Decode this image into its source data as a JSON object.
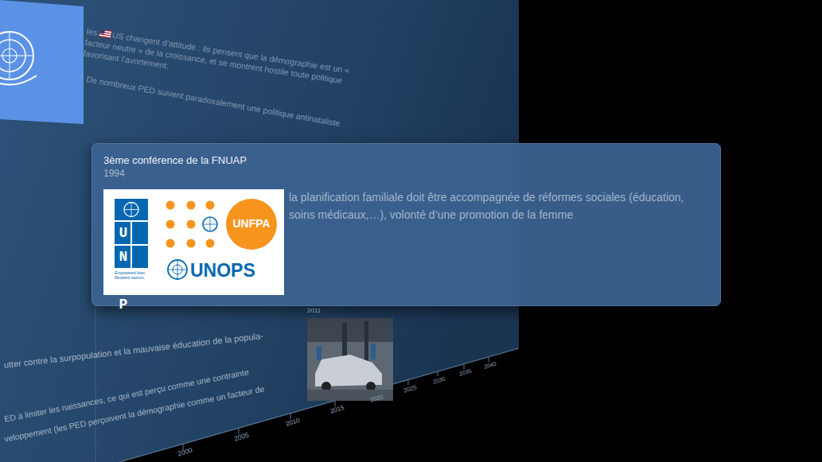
{
  "diagram": {
    "nodes": [
      {
        "text": [
          "3ème conférence de la FNUAP",
          "1994",
          "la planification familiale doit être accompagnée de réformes sociales (éducation, soins médicaux,…), volonté d’une promotion de la femme"
        ]
      },
      {
        "text": [
          "UNDP",
          "Empowered lives. Resilient nations.",
          "UNFPA",
          "UNOPS"
        ],
        "in": 0
      },
      {
        "text": [
          "2011"
        ]
      }
    ],
    "labels": [
      "les",
      "US changent d’attitude : ils pensent que la démographie est un « facteur neutre » de la croissance, et se montrent hostile toute politique favorisant l’avortement.",
      "De nombreux PED suivent paradoxalement une politique antinataliste",
      "utter contre la surpopulation et la mauvaise éducation de la popula-",
      "ED à limiter les naissances, ce qui est perçu comme une contrainte",
      "veloppement (les PED perçoivent la démographie comme un facteur de",
      "2000",
      "2005",
      "2010",
      "2015",
      "2020",
      "2025",
      "2030",
      "2035",
      "2040"
    ]
  }
}
